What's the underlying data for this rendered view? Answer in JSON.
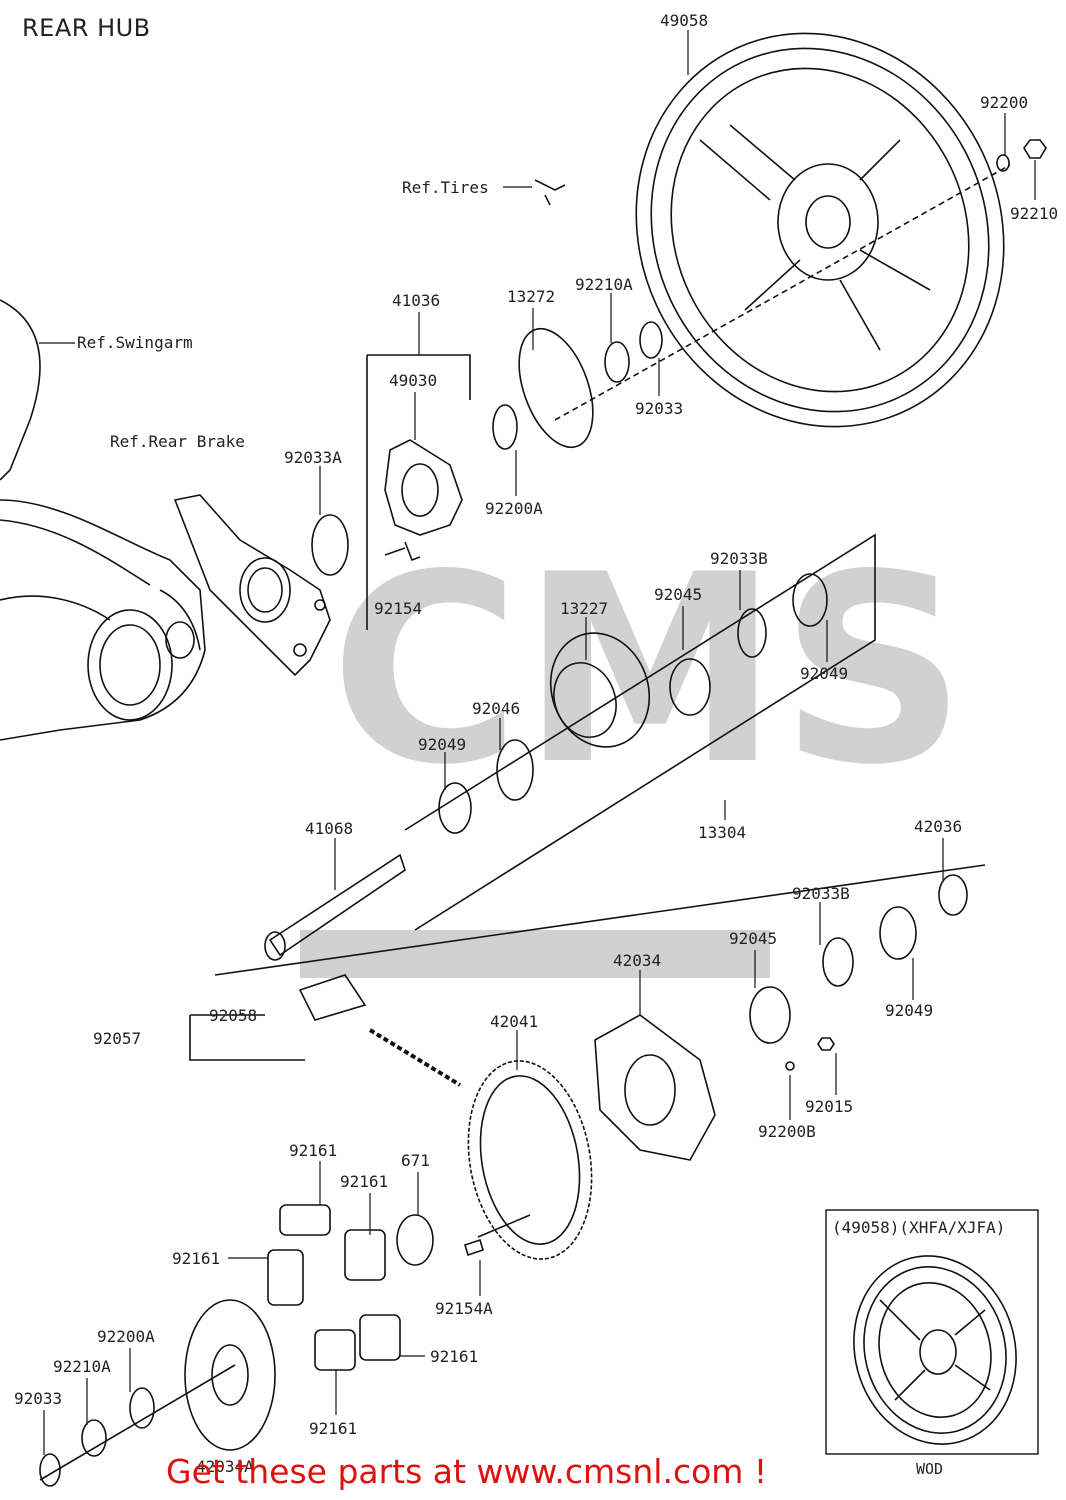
{
  "title": "REAR HUB",
  "banner": "Get these parts at www.cmsnl.com !",
  "inset": {
    "title": "(49058)(XHFA/XJFA)",
    "code": "WOD"
  },
  "watermark": {
    "text": "CMS",
    "color": "#9a9a9a"
  },
  "labels": {
    "p49058": "49058",
    "p92200": "92200",
    "p92210": "92210",
    "ref_tires": "Ref.Tires",
    "p41036": "41036",
    "p13272": "13272",
    "p92210A_top": "92210A",
    "ref_swingarm": "Ref.Swingarm",
    "p49030": "49030",
    "p92033_top": "92033",
    "ref_rear_brake": "Ref.Rear Brake",
    "p92033A": "92033A",
    "p92200A_top": "92200A",
    "p92033B_top": "92033B",
    "p92045_top": "92045",
    "p13227": "13227",
    "p92154": "92154",
    "p92049_right": "92049",
    "p92046": "92046",
    "p92049_left": "92049",
    "p41068": "41068",
    "p13304": "13304",
    "p42036": "42036",
    "p92033B_bot": "92033B",
    "p92045_bot": "92045",
    "p42034": "42034",
    "p92049_bot": "92049",
    "p92058": "92058",
    "p92057": "92057",
    "p42041": "42041",
    "p92015": "92015",
    "p92200B": "92200B",
    "p92161_a": "92161",
    "p92161_b": "92161",
    "p671": "671",
    "p92161_c": "92161",
    "p92154A": "92154A",
    "p92200A_bot": "92200A",
    "p92161_d": "92161",
    "p92210A_bot": "92210A",
    "p92033_bot": "92033",
    "p92161_e": "92161",
    "p42034A": "42034A"
  }
}
